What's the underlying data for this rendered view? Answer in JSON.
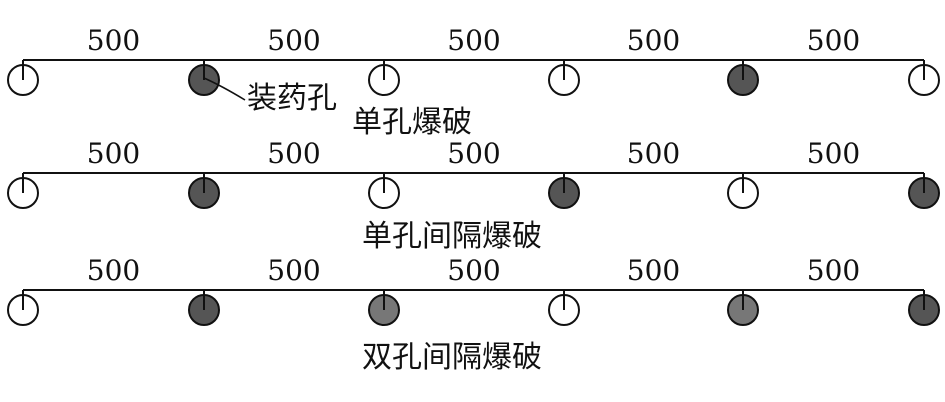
{
  "rows": [
    {
      "spacings": [
        "500",
        "500",
        "500",
        "500",
        "500"
      ],
      "holes": [
        "empty",
        "charged",
        "empty",
        "empty",
        "charged",
        "empty"
      ],
      "caption": "单孔爆破",
      "callout": "装药孔"
    },
    {
      "spacings": [
        "500",
        "500",
        "500",
        "500",
        "500"
      ],
      "holes": [
        "empty",
        "charged",
        "empty",
        "charged",
        "empty",
        "charged"
      ],
      "caption": "单孔间隔爆破"
    },
    {
      "spacings": [
        "500",
        "500",
        "500",
        "500",
        "500"
      ],
      "holes": [
        "empty",
        "charged",
        "charged-light",
        "empty",
        "charged-light",
        "charged"
      ],
      "caption": "双孔间隔爆破"
    }
  ],
  "colors": {
    "line": "#111111",
    "empty_fill": "#ffffff",
    "charged_fill": "#555555",
    "charged_light_fill": "#777777"
  }
}
